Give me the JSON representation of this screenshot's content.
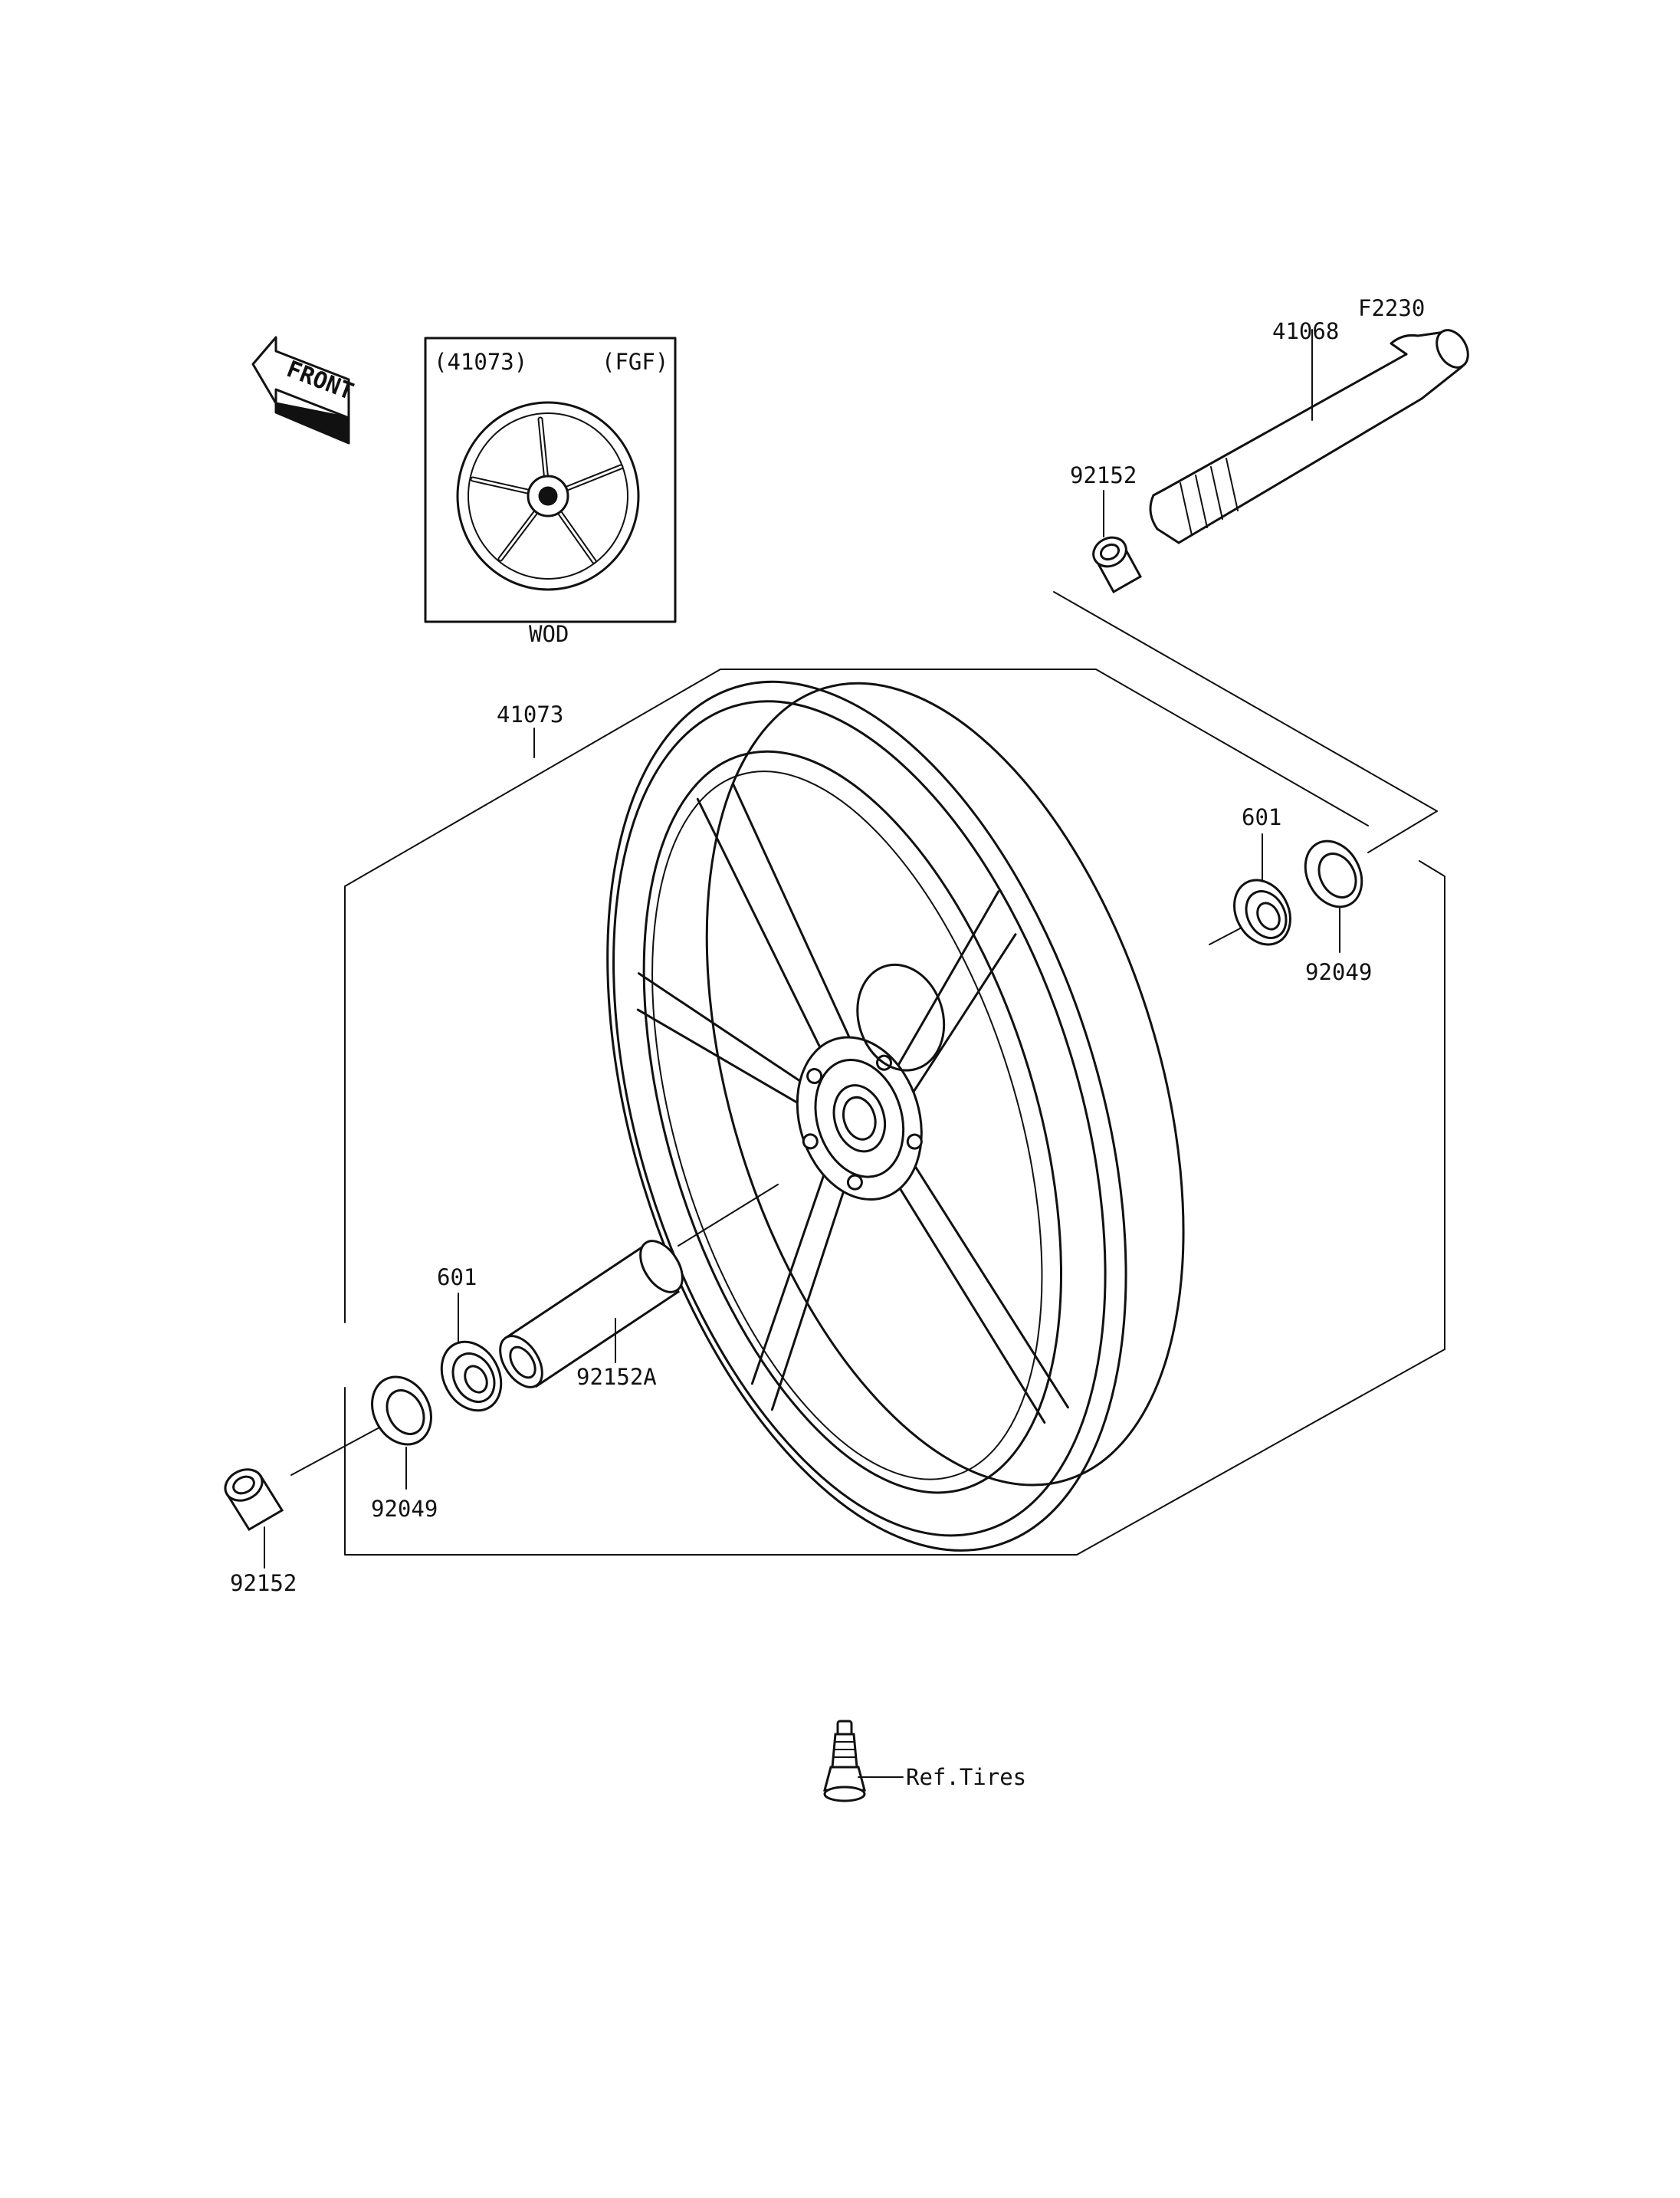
{
  "diagram_id": "F2230",
  "front_arrow": {
    "text": "FRONT"
  },
  "inset": {
    "part_ref": "(41073)",
    "variant_code": "(FGF)",
    "caption": "WOD"
  },
  "callouts": {
    "axle": "41068",
    "spacer_right": "92152",
    "wheel_assy": "41073",
    "bearing_right": "601",
    "seal_right": "92049",
    "bearing_left": "601",
    "collar": "92152A",
    "seal_left": "92049",
    "spacer_left": "92152",
    "valve_ref": "Ref.Tires"
  },
  "colors": {
    "line": "#111111",
    "background": "#ffffff"
  },
  "icons": [
    "front-arrow-icon",
    "wheel-icon",
    "axle-icon",
    "bearing-icon",
    "oil-seal-icon",
    "spacer-icon",
    "valve-icon"
  ]
}
